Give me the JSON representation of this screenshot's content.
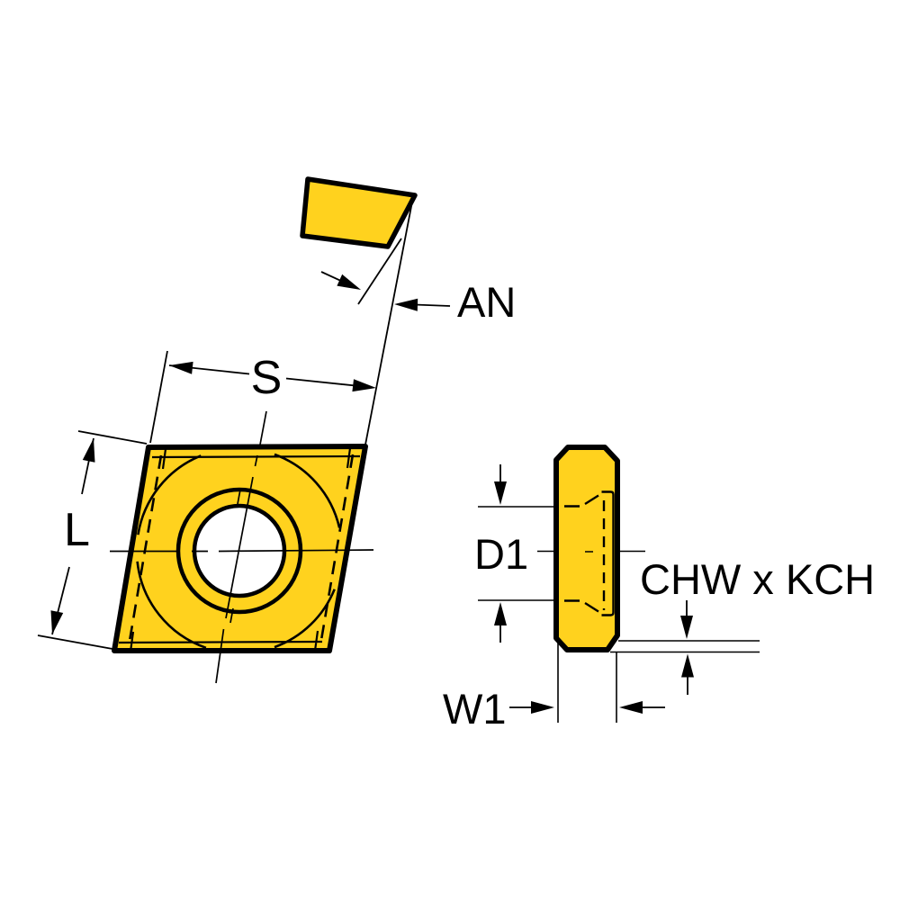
{
  "diagram": {
    "labels": {
      "an": "AN",
      "s": "S",
      "l": "L",
      "d1": "D1",
      "chw_kch": "CHW x KCH",
      "w1": "W1"
    },
    "colors": {
      "insert_fill": "#FFD21E",
      "line_color": "#000000",
      "background": "#FFFFFF"
    }
  }
}
